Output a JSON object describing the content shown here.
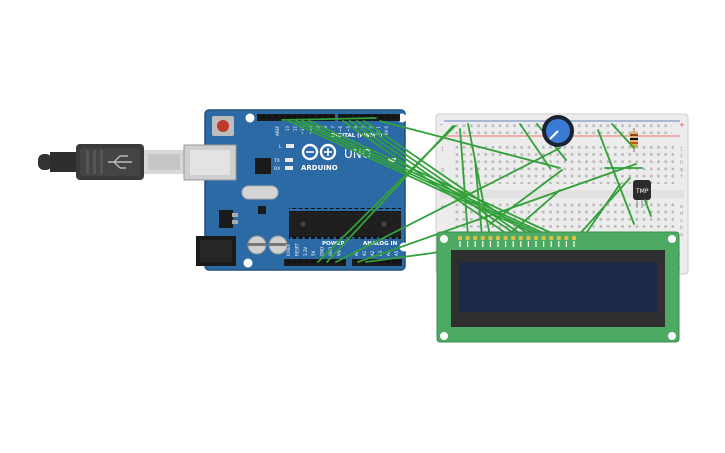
{
  "arduino": {
    "brand": "ARDUINO",
    "model": "UNO",
    "digital_label": "DIGITAL (PWM~)",
    "power_label": "POWER",
    "analog_label": "ANALOG IN",
    "tx_label": "TX",
    "rx_label": "RX",
    "l_label": "L",
    "aref_label": "AREF",
    "digital_pins": [
      "13",
      "12",
      "~11",
      "~10",
      "~9",
      "8",
      "7",
      "~6",
      "~5",
      "4",
      "~3",
      "2",
      "TX 1",
      "RX 0"
    ],
    "power_pins": [
      "IOREF",
      "RESET",
      "3.3V",
      "5V",
      "GND",
      "GND",
      "Vin"
    ],
    "analog_pins": [
      "A0",
      "A1",
      "A2",
      "A3",
      "A4",
      "A5"
    ]
  },
  "sensor": {
    "label": "TMP"
  },
  "colors": {
    "board": "#2b6aa4",
    "board_edge": "#1f4f7c",
    "wire": "#33a03a",
    "lcd_pcb": "#4caa62",
    "lcd_screen": "#1c2a4a",
    "breadboard": "#ececec",
    "rail_red": "#e04a3f",
    "rail_blue": "#3a5fb0"
  },
  "icons": [
    "usb-cable-icon",
    "potentiometer-icon",
    "resistor-icon",
    "temperature-sensor-icon"
  ]
}
